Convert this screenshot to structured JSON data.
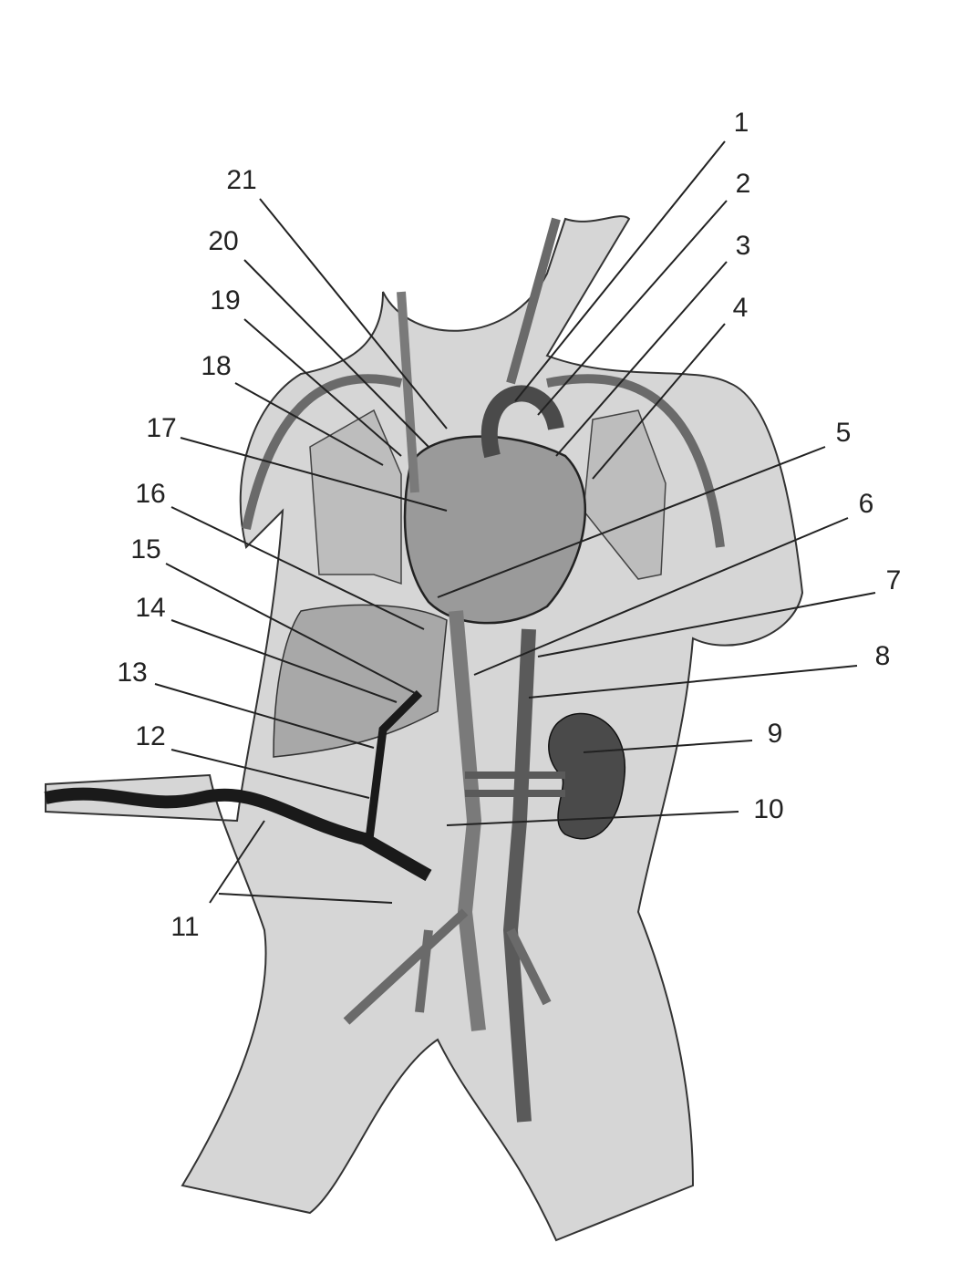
{
  "labels": [
    "1",
    "2",
    "3",
    "4",
    "5",
    "6",
    "7",
    "8",
    "9",
    "10",
    "11",
    "12",
    "13",
    "14",
    "15",
    "16",
    "17",
    "18",
    "19",
    "20",
    "21"
  ],
  "colors": {
    "ink": "#222222",
    "body": "#d9d9d9",
    "organ": "#8a8a8a",
    "vessel": "#5a5a5a",
    "dark": "#1a1a1a"
  }
}
